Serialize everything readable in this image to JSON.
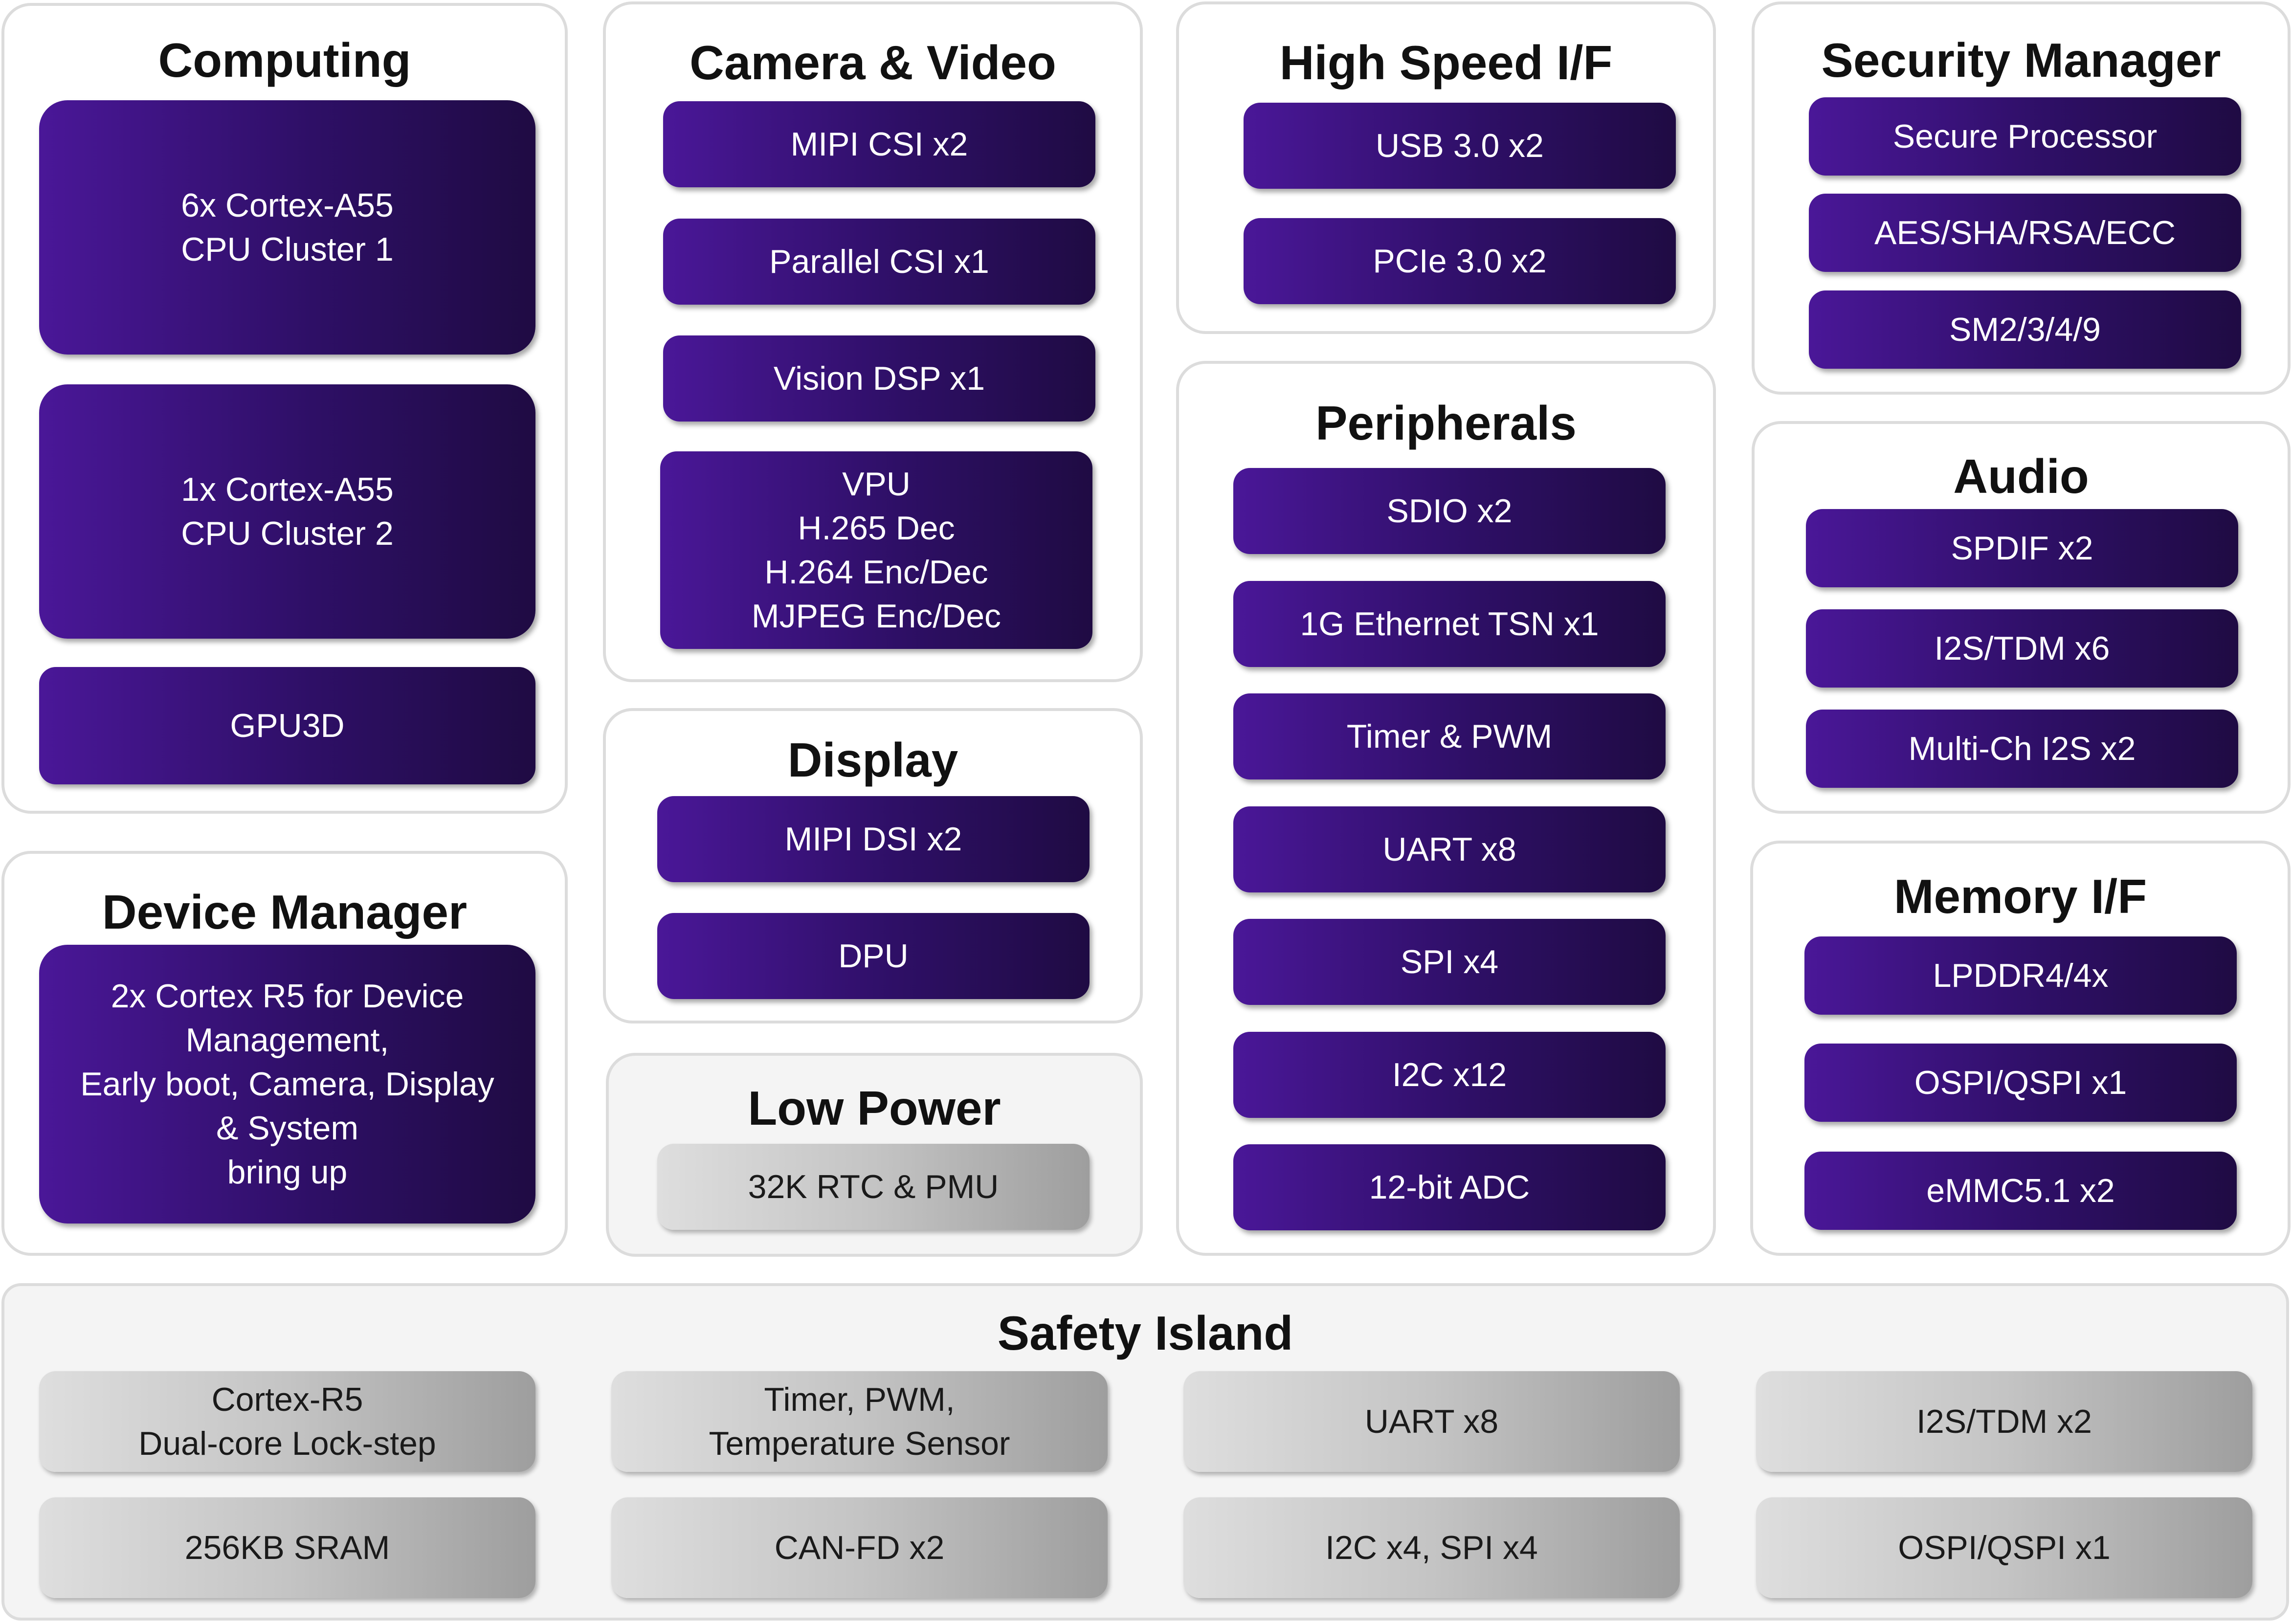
{
  "computing": {
    "title": "Computing",
    "cluster1": "6x Cortex-A55\nCPU Cluster 1",
    "cluster2": "1x Cortex-A55\nCPU Cluster 2",
    "gpu": "GPU3D"
  },
  "device_manager": {
    "title": "Device Manager",
    "block": "2x Cortex R5 for Device\nManagement,\nEarly boot, Camera, Display\n& System\nbring up"
  },
  "camera_video": {
    "title": "Camera & Video",
    "items": [
      "MIPI CSI x2",
      "Parallel CSI x1",
      "Vision DSP x1",
      "VPU\nH.265 Dec\nH.264 Enc/Dec\nMJPEG Enc/Dec"
    ]
  },
  "display": {
    "title": "Display",
    "items": [
      "MIPI DSI x2",
      "DPU"
    ]
  },
  "low_power": {
    "title": "Low Power",
    "items": [
      "32K RTC & PMU"
    ]
  },
  "high_speed": {
    "title": "High Speed I/F",
    "items": [
      "USB 3.0 x2",
      "PCIe 3.0 x2"
    ]
  },
  "peripherals": {
    "title": "Peripherals",
    "items": [
      "SDIO x2",
      "1G Ethernet TSN x1",
      "Timer & PWM",
      "UART x8",
      "SPI x4",
      "I2C x12",
      "12-bit ADC"
    ]
  },
  "security": {
    "title": "Security Manager",
    "items": [
      "Secure Processor",
      "AES/SHA/RSA/ECC",
      "SM2/3/4/9"
    ]
  },
  "audio": {
    "title": "Audio",
    "items": [
      "SPDIF x2",
      "I2S/TDM x6",
      "Multi-Ch I2S x2"
    ]
  },
  "memory": {
    "title": "Memory I/F",
    "items": [
      "LPDDR4/4x",
      "OSPI/QSPI x1",
      "eMMC5.1 x2"
    ]
  },
  "safety": {
    "title": "Safety Island",
    "row1": [
      "Cortex-R5\nDual-core Lock-step",
      "Timer, PWM,\nTemperature Sensor",
      "UART x8",
      "I2S/TDM x2"
    ],
    "row2": [
      "256KB SRAM",
      "CAN-FD x2",
      "I2C x4, SPI x4",
      "OSPI/QSPI x1"
    ]
  },
  "colors": {
    "block_purple_start": "#4a1798",
    "block_purple_end": "#1f0b43",
    "block_gray_start": "#dedede",
    "block_gray_end": "#9e9e9e",
    "panel_border": "#dcdcdc"
  }
}
